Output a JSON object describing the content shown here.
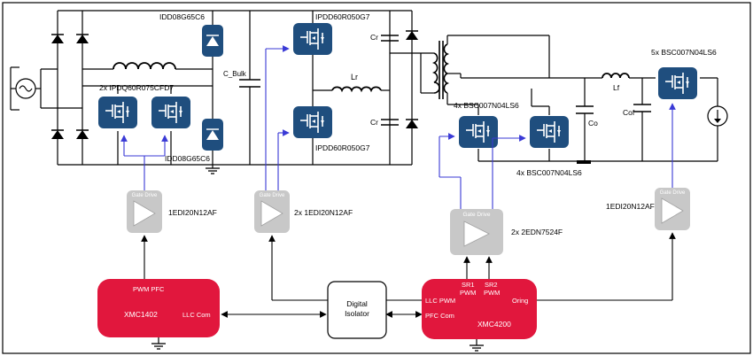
{
  "parts": {
    "idd_top": "IDD08G65C6",
    "idd_bottom": "IDD08G65C6",
    "c_bulk": "C_Bulk",
    "pfc_switches": "2x IPDQ60R075CFD7",
    "hb_top": "IPDD60R050G7",
    "hb_bottom": "IPDD60R050G7",
    "cr_top": "Cr",
    "cr_bottom": "Cr",
    "lr": "Lr",
    "sr_top": "4x BSC007N04LS6",
    "sr_bottom": "4x BSC007N04LS6",
    "lf": "Lf",
    "co": "Co",
    "cof": "Cof",
    "oring": "5x BSC007N04LS6"
  },
  "drivers": {
    "header": "Gate Drive",
    "pfc_label": "1EDI20N12AF",
    "llc_label": "2x 1EDI20N12AF",
    "sr_label": "2x 2EDN7524F",
    "oring_label": "1EDI20N12AF"
  },
  "controllers": {
    "xmc1402": {
      "name": "XMC1402",
      "pwm_pfc": "PWM PFC",
      "llc_com": "LLC Com"
    },
    "isolator": {
      "line1": "Digital",
      "line2": "Isolator"
    },
    "xmc4200": {
      "name": "XMC4200",
      "llc_pwm": "LLC PWM",
      "pfc_com": "PFC Com",
      "sr1_line1": "SR1",
      "sr1_line2": "PWM",
      "sr2_line1": "SR2",
      "sr2_line2": "PWM",
      "oring": "Oring"
    }
  },
  "colors": {
    "switch_fill": "#1f4e7e",
    "controller_fill": "#e1173d",
    "driver_fill": "#c8c8c8",
    "gate_line": "#3a3ad6",
    "wire": "#000000"
  }
}
